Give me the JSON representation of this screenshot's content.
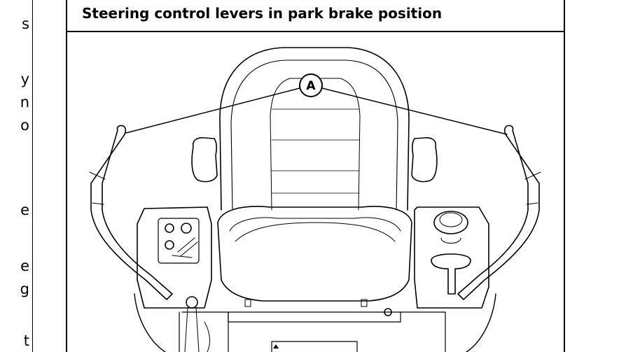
{
  "page": {
    "left_fragments": [
      "s",
      "y",
      "n",
      "o",
      "e",
      "e",
      "g",
      "t"
    ]
  },
  "figure": {
    "caption": "Steering control levers in park brake position",
    "callout_label": "A"
  },
  "colors": {
    "line": "#000000",
    "background": "#ffffff"
  }
}
